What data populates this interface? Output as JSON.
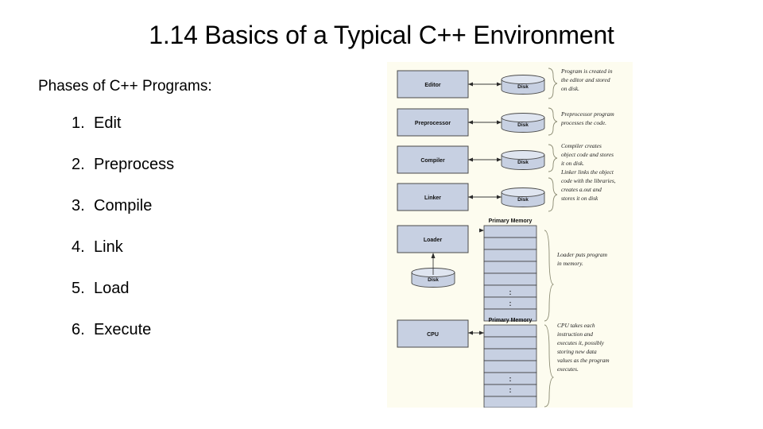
{
  "slide": {
    "title": "1.14 Basics of a Typical C++ Environment"
  },
  "left": {
    "heading": "Phases of C++ Programs:",
    "phases": [
      {
        "num": "1.",
        "label": "Edit"
      },
      {
        "num": "2.",
        "label": "Preprocess"
      },
      {
        "num": "3.",
        "label": "Compile"
      },
      {
        "num": "4.",
        "label": "Link"
      },
      {
        "num": "5.",
        "label": "Load"
      },
      {
        "num": "6.",
        "label": "Execute"
      }
    ]
  },
  "diagram": {
    "background_color": "#fdfcef",
    "box_color": "#c7d0e2",
    "stages": [
      {
        "box": "Editor",
        "disk": "Disk"
      },
      {
        "box": "Preprocessor",
        "disk": "Disk"
      },
      {
        "box": "Compiler",
        "disk": "Disk"
      },
      {
        "box": "Linker",
        "disk": "Disk"
      },
      {
        "box": "Loader",
        "disk": "Disk"
      },
      {
        "box": "CPU",
        "disk": ""
      }
    ],
    "memory_labels": [
      "Primary Memory",
      "Primary Memory"
    ],
    "memory_dots": ":",
    "annotations": [
      {
        "lines": [
          "Program is created in",
          "the editor and stored",
          "on disk."
        ]
      },
      {
        "lines": [
          "Preprocessor program",
          "processes the code."
        ]
      },
      {
        "lines": [
          "Compiler creates",
          "object code and stores",
          "it on disk.",
          "Linker links the object",
          "code with the libraries,",
          "creates a.out and",
          "stores it on disk"
        ]
      },
      {
        "lines": [
          "Loader puts program",
          "in memory."
        ]
      },
      {
        "lines": [
          "CPU takes each",
          "instruction and",
          "executes it, possibly",
          "storing new data",
          "values as the program",
          "executes."
        ]
      }
    ]
  }
}
